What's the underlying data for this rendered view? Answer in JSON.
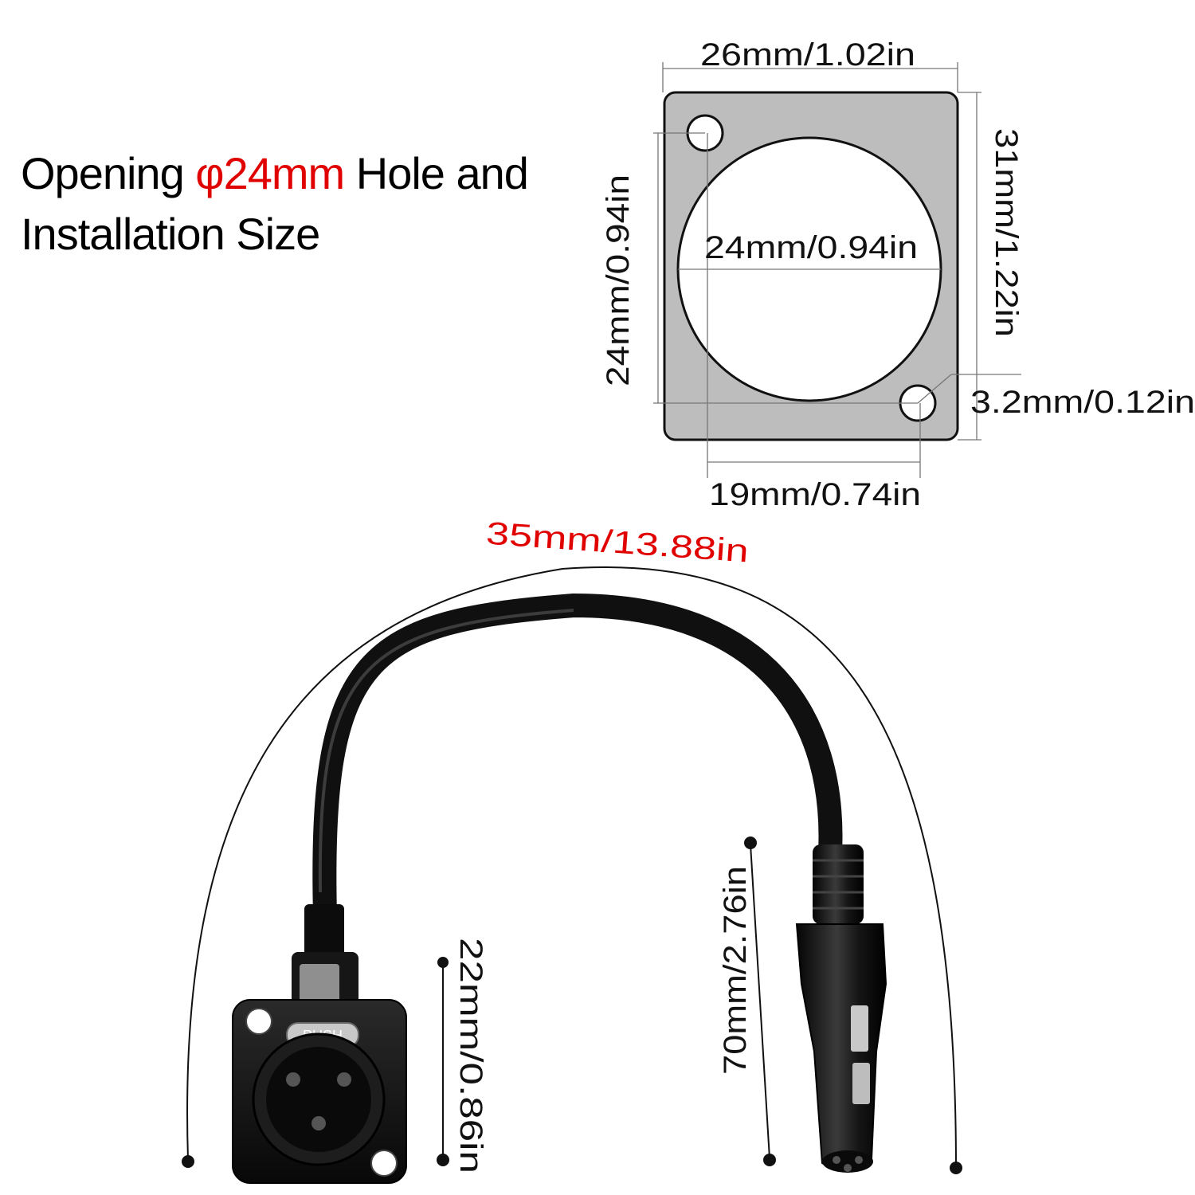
{
  "heading": {
    "part1": "Opening",
    "highlight": "φ24mm",
    "part2": "Hole and",
    "line2": "Installation Size"
  },
  "plate": {
    "width_label": "26mm/1.02in",
    "height_label": "31mm/1.22in",
    "hole_vertical_label": "24mm/0.94in",
    "hole_diameter_label": "24mm/0.94in",
    "screw_hole_label": "3.2mm/0.12in",
    "screw_spacing_label": "19mm/0.74in"
  },
  "cable": {
    "length_label": "35mm/13.88in",
    "panel_connector_label": "22mm/0.86in",
    "plug_label": "70mm/2.76in",
    "push_label": "PUSH"
  },
  "colors": {
    "highlight": "#e10000",
    "plate_fill": "#bdbdbd",
    "cable": "#101010"
  }
}
